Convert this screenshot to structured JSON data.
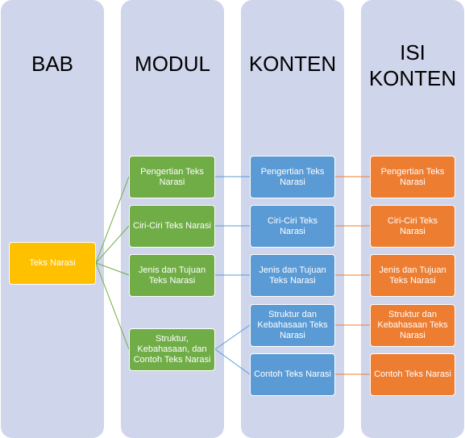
{
  "columns": {
    "bab": {
      "title": "BAB"
    },
    "modul": {
      "title": "MODUL"
    },
    "konten": {
      "title": "KONTEN"
    },
    "isi": {
      "title_line1": "ISI",
      "title_line2": "KONTEN"
    }
  },
  "bab_nodes": [
    "Teks Narasi"
  ],
  "modul_nodes": [
    "Pengertian Teks Narasi",
    "Ciri-Ciri Teks Narasi",
    "Jenis dan Tujuan Teks Narasi",
    "Struktur, Kebahasaan, dan Contoh  Teks Narasi"
  ],
  "konten_nodes": [
    "Pengertian Teks Narasi",
    "Ciri-Ciri Teks Narasi",
    "Jenis dan Tujuan Teks Narasi",
    "Struktur dan Kebahasaan Teks Narasi",
    "Contoh  Teks Narasi"
  ],
  "isi_nodes": [
    "Pengertian Teks Narasi",
    "Ciri-Ciri Teks Narasi",
    "Jenis dan Tujuan Teks Narasi",
    "Struktur dan Kebahasaan Teks Narasi",
    "Contoh  Teks Narasi"
  ],
  "colors": {
    "column_bg": "#cfd5ea",
    "bab": "#ffc000",
    "modul": "#70ad47",
    "konten": "#5b9bd5",
    "isi": "#ed7d31",
    "line_green": "#70ad47",
    "line_blue": "#5b9bd5",
    "line_orange": "#ed7d31"
  }
}
